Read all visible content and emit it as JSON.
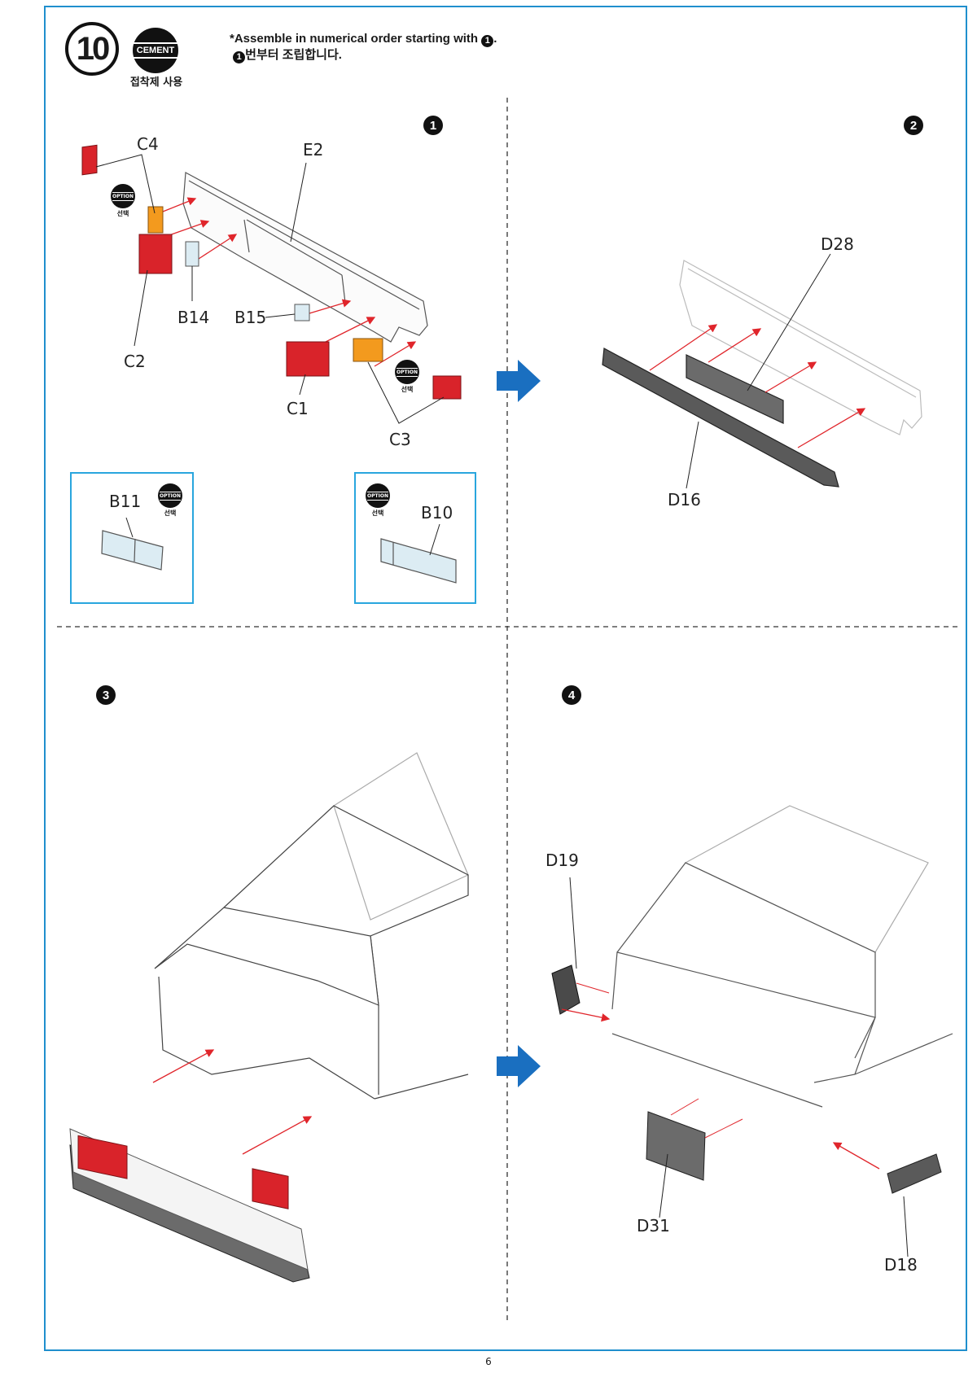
{
  "header": {
    "step_number": "10",
    "cement_label": "CEMENT",
    "cement_kr": "접착제 사용",
    "instruction_en_prefix": "*Assemble in numerical order starting with ",
    "instruction_en_suffix": ".",
    "instruction_kr_suffix": "번부터 조립합니다.",
    "start_marker": "1"
  },
  "option_badge": {
    "label": "OPTION",
    "kr": "선택"
  },
  "steps": [
    {
      "number": "1",
      "labels": [
        "C4",
        "E2",
        "C2",
        "B14",
        "B15",
        "C1",
        "C3"
      ]
    },
    {
      "number": "2",
      "labels": [
        "D28",
        "D16"
      ]
    },
    {
      "number": "3",
      "labels": []
    },
    {
      "number": "4",
      "labels": [
        "D19",
        "D31",
        "D18"
      ]
    }
  ],
  "insets": [
    {
      "label": "B11"
    },
    {
      "label": "B10"
    }
  ],
  "colors": {
    "frame": "#1f8fcd",
    "arrow_red": "#e0252b",
    "part_red": "#d9232a",
    "part_orange": "#f39a1e",
    "flow_arrow": "#1a6fc0",
    "part_gray": "#6b6b6b"
  },
  "page_number": "6"
}
